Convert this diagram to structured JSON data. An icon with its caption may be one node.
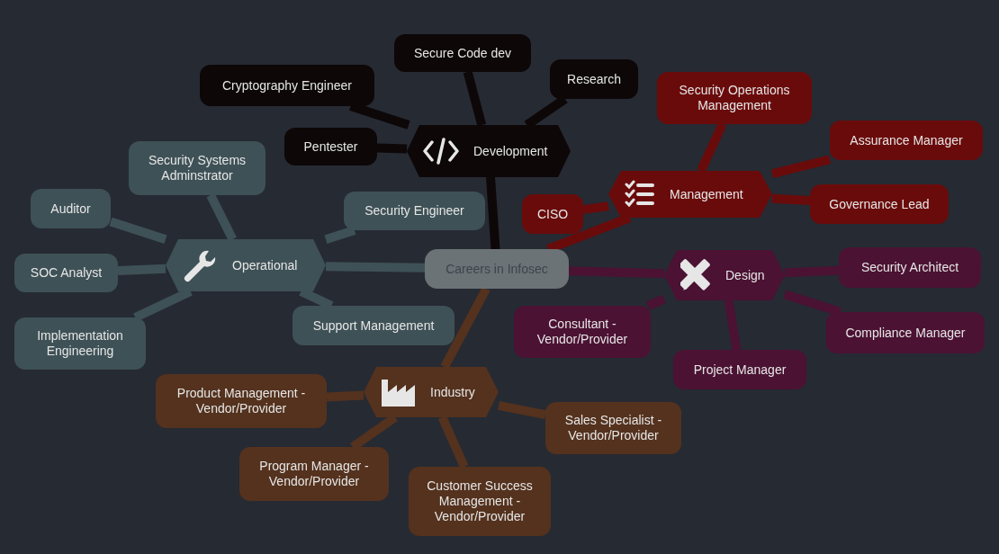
{
  "diagram": {
    "nodes": [
      {
        "text": [
          "Careers in Infosec"
        ]
      },
      {
        "text": [
          "Development"
        ]
      },
      {
        "text": [
          "Cryptography Engineer"
        ]
      },
      {
        "text": [
          "Secure Code dev"
        ]
      },
      {
        "text": [
          "Research"
        ]
      },
      {
        "text": [
          "Pentester"
        ]
      },
      {
        "text": [
          "Management"
        ]
      },
      {
        "text": [
          "Security Operations Management"
        ]
      },
      {
        "text": [
          "Assurance Manager"
        ]
      },
      {
        "text": [
          "Governance Lead"
        ]
      },
      {
        "text": [
          "CISO"
        ]
      },
      {
        "text": [
          "Design"
        ]
      },
      {
        "text": [
          "Security Architect"
        ]
      },
      {
        "text": [
          "Compliance Manager"
        ]
      },
      {
        "text": [
          "Project Manager"
        ]
      },
      {
        "text": [
          "Consultant - Vendor/Provider"
        ]
      },
      {
        "text": [
          "Industry"
        ]
      },
      {
        "text": [
          "Product Management - Vendor/Provider"
        ]
      },
      {
        "text": [
          "Program Manager - Vendor/Provider"
        ]
      },
      {
        "text": [
          "Customer Success Management - Vendor/Provider"
        ]
      },
      {
        "text": [
          "Sales Specialist - Vendor/Provider"
        ]
      },
      {
        "text": [
          "Operational"
        ]
      },
      {
        "text": [
          "Security Systems Adminstrator"
        ]
      },
      {
        "text": [
          "Auditor"
        ]
      },
      {
        "text": [
          "SOC Analyst"
        ]
      },
      {
        "text": [
          "Implementation Engineering"
        ]
      },
      {
        "text": [
          "Security Engineer"
        ]
      },
      {
        "text": [
          "Support Management"
        ]
      }
    ],
    "edges": [
      {
        "from": 0,
        "to": 1,
        "arrow": "none",
        "color": "#0d0708"
      },
      {
        "from": 1,
        "to": 2,
        "arrow": "none",
        "color": "#0d0708"
      },
      {
        "from": 1,
        "to": 3,
        "arrow": "none",
        "color": "#0d0708"
      },
      {
        "from": 1,
        "to": 4,
        "arrow": "none",
        "color": "#0d0708"
      },
      {
        "from": 1,
        "to": 5,
        "arrow": "none",
        "color": "#0d0708"
      },
      {
        "from": 0,
        "to": 6,
        "arrow": "none",
        "color": "#6a0b0b"
      },
      {
        "from": 6,
        "to": 7,
        "arrow": "none",
        "color": "#6a0b0b"
      },
      {
        "from": 6,
        "to": 8,
        "arrow": "none",
        "color": "#6a0b0b"
      },
      {
        "from": 6,
        "to": 9,
        "arrow": "none",
        "color": "#6a0b0b"
      },
      {
        "from": 6,
        "to": 10,
        "arrow": "none",
        "color": "#6a0b0b"
      },
      {
        "from": 0,
        "to": 11,
        "arrow": "none",
        "color": "#4b1233"
      },
      {
        "from": 11,
        "to": 12,
        "arrow": "none",
        "color": "#4b1233"
      },
      {
        "from": 11,
        "to": 13,
        "arrow": "none",
        "color": "#4b1233"
      },
      {
        "from": 11,
        "to": 14,
        "arrow": "none",
        "color": "#4b1233"
      },
      {
        "from": 11,
        "to": 15,
        "arrow": "none",
        "color": "#4b1233"
      },
      {
        "from": 0,
        "to": 16,
        "arrow": "none",
        "color": "#54321e"
      },
      {
        "from": 16,
        "to": 17,
        "arrow": "none",
        "color": "#54321e"
      },
      {
        "from": 16,
        "to": 18,
        "arrow": "none",
        "color": "#54321e"
      },
      {
        "from": 16,
        "to": 19,
        "arrow": "none",
        "color": "#54321e"
      },
      {
        "from": 16,
        "to": 20,
        "arrow": "none",
        "color": "#54321e"
      },
      {
        "from": 0,
        "to": 21,
        "arrow": "none",
        "color": "#3e5156"
      },
      {
        "from": 21,
        "to": 22,
        "arrow": "none",
        "color": "#3e5156"
      },
      {
        "from": 21,
        "to": 23,
        "arrow": "none",
        "color": "#3e5156"
      },
      {
        "from": 21,
        "to": 24,
        "arrow": "none",
        "color": "#3e5156"
      },
      {
        "from": 21,
        "to": 25,
        "arrow": "none",
        "color": "#3e5156"
      },
      {
        "from": 21,
        "to": 26,
        "arrow": "none",
        "color": "#3e5156"
      },
      {
        "from": 21,
        "to": 27,
        "arrow": "none",
        "color": "#3e5156"
      }
    ]
  }
}
